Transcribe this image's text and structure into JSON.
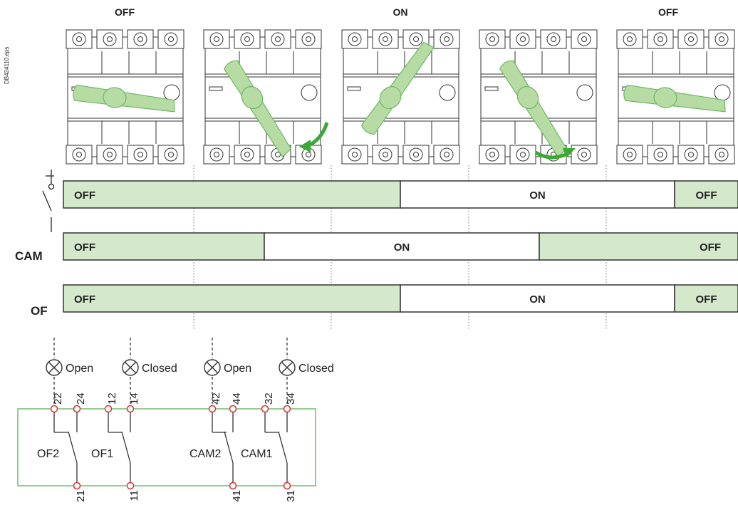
{
  "side_label": "DB424110.eps",
  "handle_positions": [
    "OFF",
    "",
    "ON",
    "",
    "OFF"
  ],
  "timing": {
    "rows": [
      {
        "name": "",
        "icon": "switch-contact-icon",
        "segments": [
          {
            "state": "OFF",
            "label": "OFF",
            "align": "left"
          },
          {
            "state": "ON",
            "label": "ON",
            "align": "center"
          },
          {
            "state": "OFF",
            "label": "OFF",
            "align": "center"
          }
        ]
      },
      {
        "name": "CAM",
        "segments": [
          {
            "state": "OFF",
            "label": "OFF",
            "align": "left"
          },
          {
            "state": "ON",
            "label": "ON",
            "align": "center"
          },
          {
            "state": "OFF",
            "label": "OFF",
            "align": "right"
          }
        ]
      },
      {
        "name": "OF",
        "segments": [
          {
            "state": "OFF",
            "label": "OFF",
            "align": "left"
          },
          {
            "state": "ON",
            "label": "ON",
            "align": "center"
          },
          {
            "state": "OFF",
            "label": "OFF",
            "align": "center"
          }
        ]
      }
    ]
  },
  "lamps": [
    {
      "label": "Open"
    },
    {
      "label": "Closed"
    },
    {
      "label": "Open"
    },
    {
      "label": "Closed"
    }
  ],
  "contacts": [
    {
      "name": "OF2",
      "top_left": "22",
      "top_right": "24",
      "bottom": "21"
    },
    {
      "name": "OF1",
      "top_left": "12",
      "top_right": "14",
      "bottom": "11"
    },
    {
      "name": "CAM2",
      "top_left": "42",
      "top_right": "44",
      "bottom": "41"
    },
    {
      "name": "CAM1",
      "top_left": "32",
      "top_right": "34",
      "bottom": "31"
    }
  ],
  "colors": {
    "off_fill": "#d4e9cc",
    "on_fill": "#ffffff",
    "green_arrow": "#3aa935",
    "handle": "#b7dca3",
    "terminal_red": "#e03030",
    "box_green": "#57b35a"
  }
}
